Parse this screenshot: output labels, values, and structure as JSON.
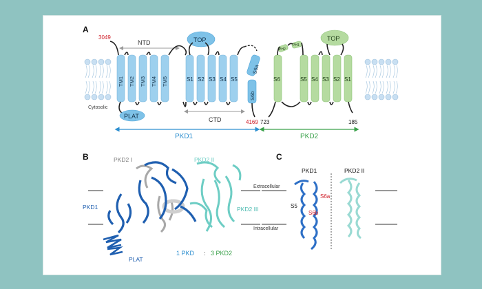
{
  "panel_a": {
    "label": "A",
    "ntd_label": "NTD",
    "ctd_label": "CTD",
    "top_pkd1_label": "TOP",
    "top_pkd2_label": "TOP",
    "plat_label": "PLAT",
    "cytosolic_label": "Cytosolic",
    "residue_start_pkd1": "3049",
    "residue_end_pkd1": "4169",
    "residue_start_pkd2": "723",
    "residue_end_pkd2": "185",
    "pkd1_label": "PKD1",
    "pkd2_label": "PKD2",
    "pkd1_helices": [
      "TM1",
      "TM2",
      "TM3",
      "TM4",
      "TM5",
      "S1",
      "S2",
      "S3",
      "S4",
      "S5"
    ],
    "s6a_label": "S6a",
    "s6b_label": "S6b",
    "pkd2_helices": [
      "S6",
      "S5",
      "S4",
      "S3",
      "S2",
      "S1"
    ],
    "ph1_label": "PH1",
    "ph2_label": "PH2"
  },
  "panel_b": {
    "label": "B",
    "pkd2_i_label": "PKD2 I",
    "pkd2_ii_label": "PKD2 II",
    "pkd2_iii_label": "PKD2 III",
    "pkd1_label": "PKD1",
    "plat_label": "PLAT",
    "stoich_pkd1": "1 PKD",
    "stoich_sep": ":",
    "stoich_pkd2": "3 PKD2"
  },
  "panel_c": {
    "label": "C",
    "pkd1_label": "PKD1",
    "pkd2_ii_label": "PKD2 II",
    "extracellular_label": "Extracellular",
    "intracellular_label": "Intracellular",
    "s5_label": "S5",
    "s6a_label": "S6a",
    "s6b_label": "S6b"
  },
  "colors": {
    "background": "#8fc3c1",
    "pkd1_blue": "#9dd0ee",
    "pkd1_accent": "#2d8fd0",
    "pkd2_green": "#b5dba0",
    "pkd2_accent": "#3aa14a",
    "residue_red": "#d0202a",
    "dark_blue_ribbon": "#1f5fb0",
    "cyan_ribbon": "#6dcdc4",
    "grey_ribbon": "#a8a8a8"
  }
}
